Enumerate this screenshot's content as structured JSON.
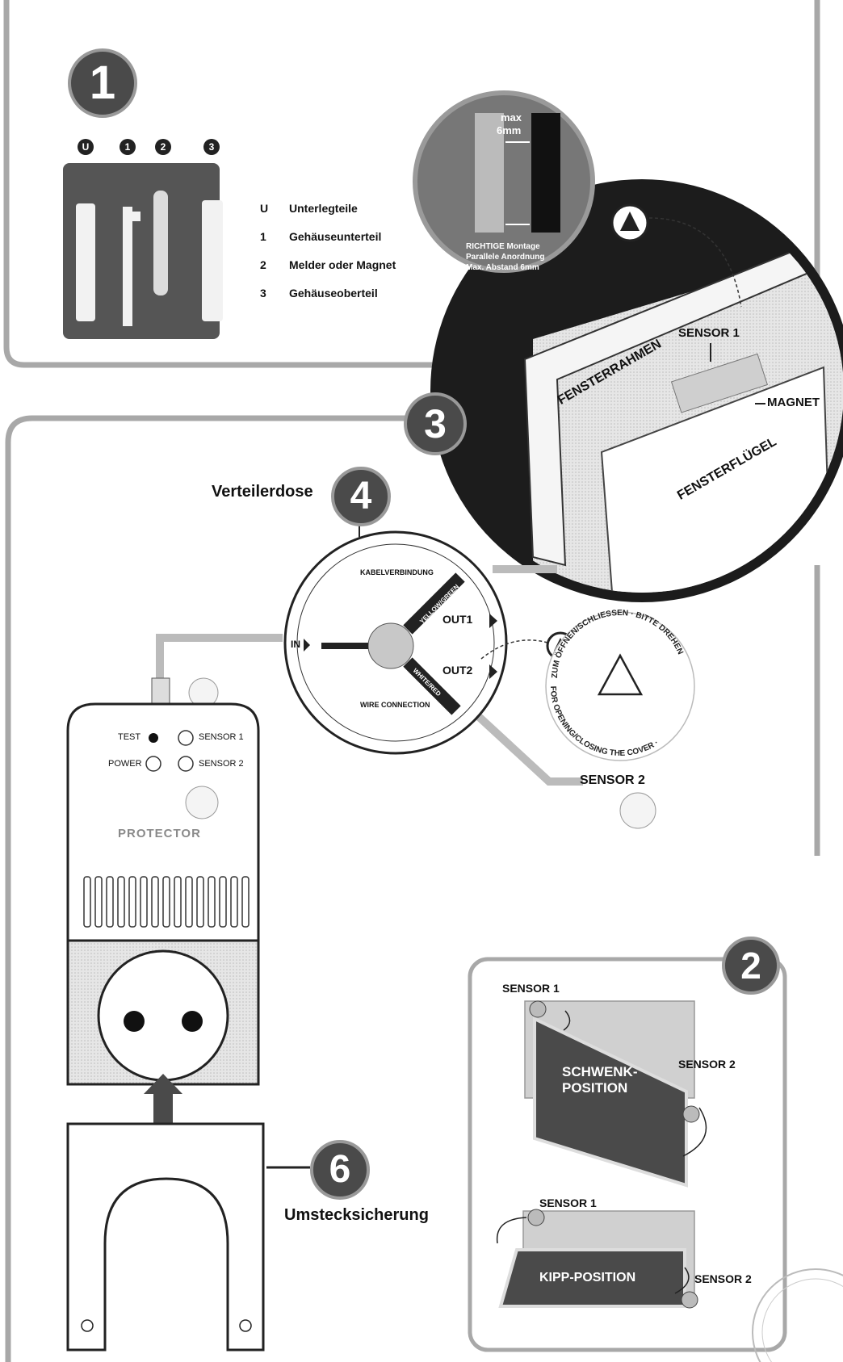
{
  "steps": {
    "s1": "1",
    "s2": "2",
    "s3": "3",
    "s4": "4",
    "s6": "6"
  },
  "part_markers": {
    "u": "U",
    "p1": "1",
    "p2": "2",
    "p3": "3"
  },
  "legend": [
    {
      "key": "U",
      "text": "Unterlegteile"
    },
    {
      "key": "1",
      "text": "Gehäuseunterteil"
    },
    {
      "key": "2",
      "text": "Melder oder Magnet"
    },
    {
      "key": "3",
      "text": "Gehäuseoberteil"
    }
  ],
  "mounting": {
    "max_label": "max",
    "distance": "6mm",
    "caption_line1": "RICHTIGE Montage",
    "caption_line2": "Parallele Anordnung",
    "caption_line3": "Max. Abstand 6mm"
  },
  "window": {
    "sensor1": "SENSOR 1",
    "magnet": "MAGNET",
    "frame": "FENSTERRAHMEN",
    "sash": "FENSTERFLÜGEL"
  },
  "junction": {
    "title": "Verteilerdose",
    "cable_label": "KABELVERBINDUNG",
    "wire_label": "WIRE CONNECTION",
    "in": "IN",
    "out1": "OUT1",
    "out2": "OUT2",
    "yellow_green": "YELLOW/GREEN",
    "white_red": "WHITE/RED"
  },
  "cover": {
    "text_top": "ZUM ÖFFNEN/SCHLIESSEN · BITTE DREHEN",
    "text_bottom": "FOR OPENING/CLOSING THE COVER ·"
  },
  "sensor2_label": "SENSOR 2",
  "device": {
    "test": "TEST",
    "power": "POWER",
    "sensor1": "SENSOR 1",
    "sensor2": "SENSOR 2",
    "brand": "PROTECTOR"
  },
  "positions": {
    "sensor1_a": "SENSOR 1",
    "sensor2_a": "SENSOR 2",
    "swing_line1": "SCHWENK-",
    "swing_line2": "POSITION",
    "sensor1_b": "SENSOR 1",
    "sensor2_b": "SENSOR 2",
    "tilt": "KIPP-POSITION"
  },
  "lock": {
    "title": "Umstecksicherung"
  },
  "colors": {
    "badge": "#4a4a4a",
    "dark": "#1c1c1c",
    "panel": "#d8d8d8",
    "frame_line": "#999999"
  }
}
